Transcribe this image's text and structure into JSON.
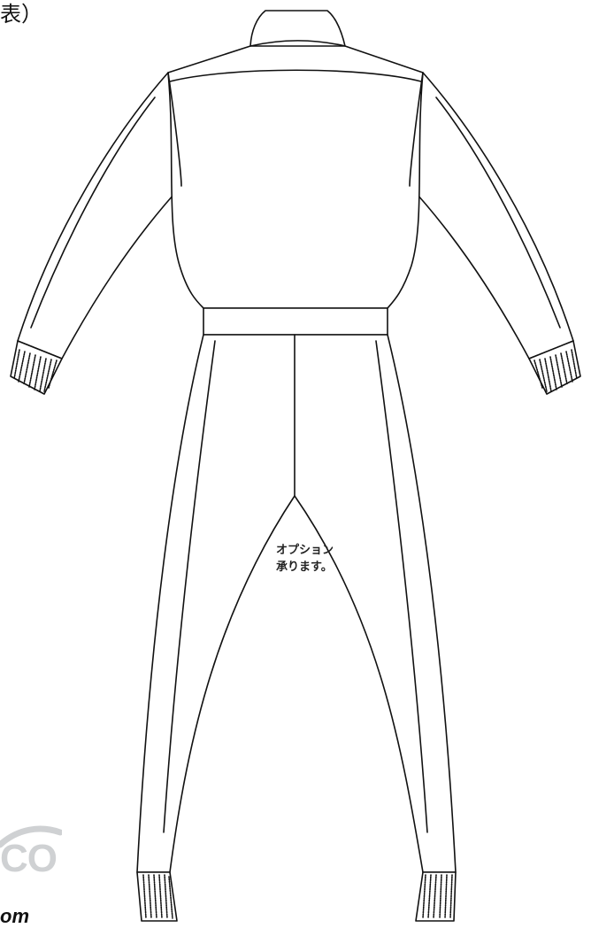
{
  "header": {
    "fragment": "表）"
  },
  "note": {
    "line1": "オプション",
    "line2": "承ります。"
  },
  "logo": {
    "fragment": "CO"
  },
  "footer": {
    "url_fragment": "om"
  },
  "colors": {
    "line": "#111111",
    "logo": "#cfd1d3",
    "background": "#ffffff"
  }
}
